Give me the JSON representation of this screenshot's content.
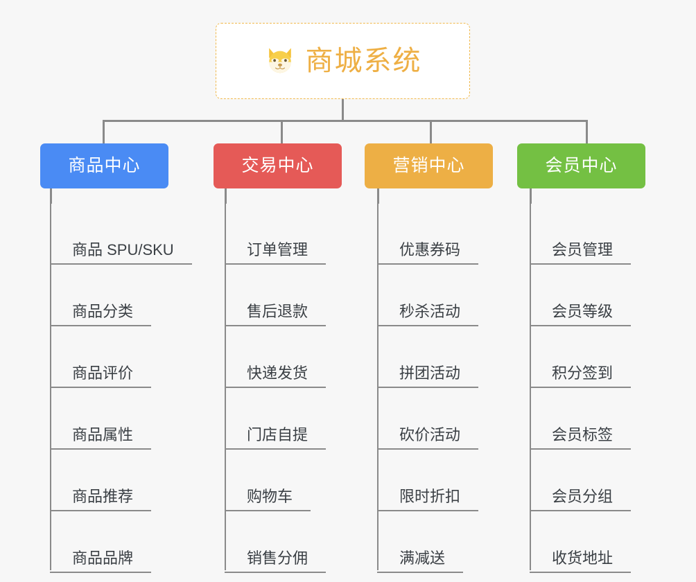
{
  "page": {
    "background_color": "#f7f7f7",
    "type": "mind-map-tree"
  },
  "root": {
    "title": "商城系统",
    "icon": "shiba-dog-face-emoji",
    "text_color": "#eeaf44",
    "border_color": "#f0b84a",
    "background_color": "#ffffff"
  },
  "connector_color": "#8a8a8a",
  "categories": [
    {
      "label": "商品中心",
      "color": "#4a8bf4",
      "items": [
        "商品 SPU/SKU",
        "商品分类",
        "商品评价",
        "商品属性",
        "商品推荐",
        "商品品牌"
      ]
    },
    {
      "label": "交易中心",
      "color": "#e55a57",
      "items": [
        "订单管理",
        "售后退款",
        "快递发货",
        "门店自提",
        "购物车",
        "销售分佣"
      ]
    },
    {
      "label": "营销中心",
      "color": "#edaf45",
      "items": [
        "优惠券码",
        "秒杀活动",
        "拼团活动",
        "砍价活动",
        "限时折扣",
        "满减送"
      ]
    },
    {
      "label": "会员中心",
      "color": "#74c043",
      "items": [
        "会员管理",
        "会员等级",
        "积分签到",
        "会员标签",
        "会员分组",
        "收货地址"
      ]
    }
  ]
}
